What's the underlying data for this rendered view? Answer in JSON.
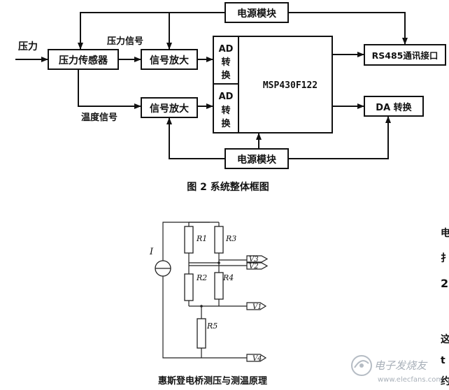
{
  "block_diagram": {
    "input_label": "压力",
    "pressure_signal": "压力信号",
    "temp_signal": "温度信号",
    "power_top": "电源模块",
    "power_bottom": "电源模块",
    "sensor": "压力传感器",
    "amp_top": "信号放大",
    "amp_bottom": "信号放大",
    "ad1": [
      "AD",
      "转",
      "换"
    ],
    "ad2": [
      "AD",
      "转",
      "换"
    ],
    "mcu": "MSP430F122",
    "rs485": "RS485通讯接口",
    "da": "DA 转换",
    "caption": "图 2   系统整体框图"
  },
  "bridge": {
    "current_source": "I",
    "r1": "R1",
    "r2": "R2",
    "r3": "R3",
    "r4": "R4",
    "r5": "R5",
    "v1": "V1",
    "v2": "V2",
    "v3": "V3",
    "v4": "V4",
    "caption": "惠斯登电桥测压与测温原理"
  },
  "side_fragments": [
    "电",
    "扌",
    "2",
    "这",
    "t",
    "约"
  ],
  "watermark": {
    "name": "电子发烧友",
    "url": "www.elecfans.com"
  }
}
